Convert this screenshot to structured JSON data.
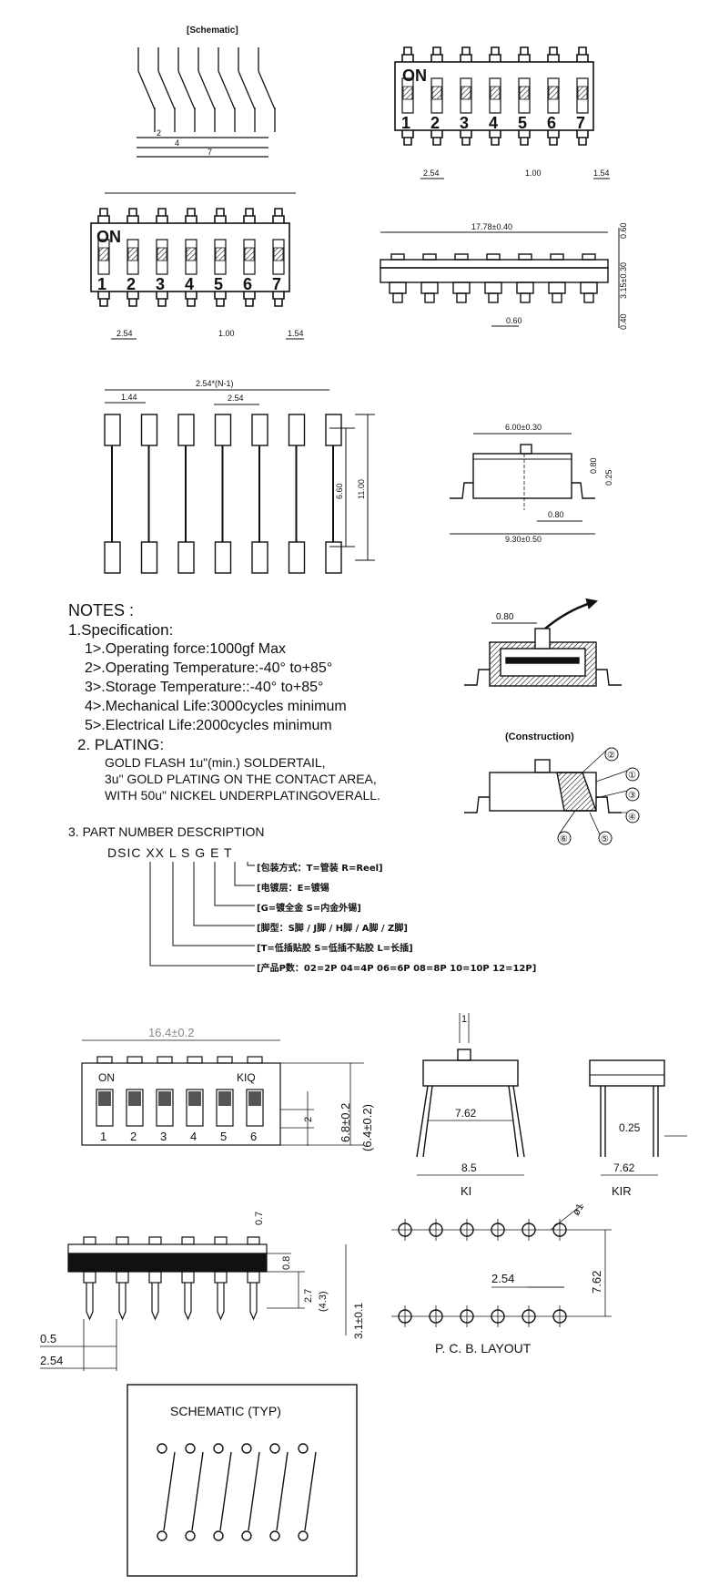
{
  "schematic_top": {
    "title": "[Schematic]",
    "dims": [
      "2",
      "4",
      "7"
    ]
  },
  "switch_views": {
    "on_label": "ON",
    "numbers": [
      "1",
      "2",
      "3",
      "4",
      "5",
      "6",
      "7"
    ],
    "pitch": "2.54",
    "gap": "1.00",
    "edge": "1.54"
  },
  "side_view": {
    "length": "17.78±0.40",
    "h1": "0.60",
    "h2": "3.15±0.30",
    "h3": "0.40",
    "lead": "0.60"
  },
  "pad_layout": {
    "span": "2.54*(N-1)",
    "edge": "1.44",
    "pitch": "2.54",
    "inner": "6.60",
    "outer": "11.00"
  },
  "end_view": {
    "width": "6.00±0.30",
    "top": "0.80",
    "thick": "0.25",
    "lead": "0.80",
    "overall": "9.30±0.50"
  },
  "section_view": {
    "dim": "0.80"
  },
  "construction": {
    "title": "(Construction)",
    "parts": [
      "①",
      "②",
      "③",
      "④",
      "⑤",
      "⑥"
    ]
  },
  "notes": {
    "title": "NOTES :",
    "spec_title": "1.Specification:",
    "spec_items": [
      "1>.Operating force:1000gf Max",
      "2>.Operating Temperature:-40° to+85°",
      "3>.Storage Temperature::-40° to+85°",
      "4>.Mechanical Life:3000cycles minimum",
      "5>.Electrical Life:2000cycles minimum"
    ],
    "plating_title": "2. PLATING:",
    "plating_lines": [
      "GOLD FLASH 1u\"(min.) SOLDERTAIL,",
      "3u\" GOLD PLATING  ON THE CONTACT AREA,",
      "WITH 50u\" NICKEL UNDERPLATINGOVERALL."
    ]
  },
  "part_number": {
    "title": "3. PART NUMBER DESCRIPTION",
    "code": "DSIC XX  L  S  G  E  T",
    "desc": [
      "[包装方式：T=管装  R=Reel]",
      "[电镀层：E=镀锡",
      "[G=镀全金  S=内金外锡]",
      "[脚型：S脚 / J脚 / H脚 / A脚 / Z脚]",
      "[T=低插贴胶  S=低插不贴胶  L=长插]",
      "[产品P数：02=2P 04=4P 06=6P 08=8P 10=10P 12=12P]"
    ]
  },
  "dip6": {
    "width": "16.4±0.2",
    "on_label": "ON",
    "brand": "KIQ",
    "numbers": [
      "1",
      "2",
      "3",
      "4",
      "5",
      "6"
    ],
    "slot": "2",
    "height": "6.8±0.2",
    "height_alt": "(6.4±0.2)"
  },
  "ki": {
    "label": "KI",
    "pin": "1",
    "inner": "7.62",
    "outer": "8.5"
  },
  "kir": {
    "label": "KIR",
    "thick": "0.25",
    "width": "7.62"
  },
  "dip_side": {
    "top": "0.7",
    "body": "0.8",
    "pin": "2.7",
    "pin_alt": "(4.3)",
    "total": "3.1±0.1",
    "lead": "0.5",
    "pitch": "2.54"
  },
  "pcb": {
    "label": "P. C. B.   LAYOUT",
    "hole": "ø1",
    "pitch": "2.54",
    "row": "7.62"
  },
  "schematic_typ": {
    "title": "SCHEMATIC (TYP)"
  }
}
